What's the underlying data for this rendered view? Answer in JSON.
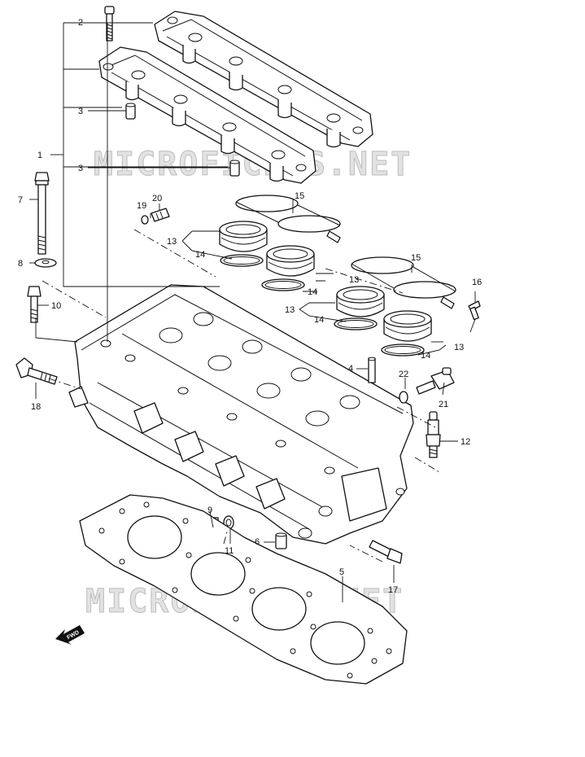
{
  "watermark": "MICROFICHES.NET",
  "fwd_label": "FWD",
  "callouts": {
    "c1": "1",
    "c2": "2",
    "c3a": "3",
    "c3b": "3",
    "c4": "4",
    "c5": "5",
    "c6": "6",
    "c7": "7",
    "c8": "8",
    "c9": "9",
    "c10": "10",
    "c11": "11",
    "c12": "12",
    "c13a": "13",
    "c13b": "13",
    "c13c": "13",
    "c13d": "13",
    "c14a": "14",
    "c14b": "14",
    "c14c": "14",
    "c14d": "14",
    "c15a": "15",
    "c15b": "15",
    "c16": "16",
    "c17": "17",
    "c18": "18",
    "c19": "19",
    "c20": "20",
    "c21": "21",
    "c22": "22"
  }
}
